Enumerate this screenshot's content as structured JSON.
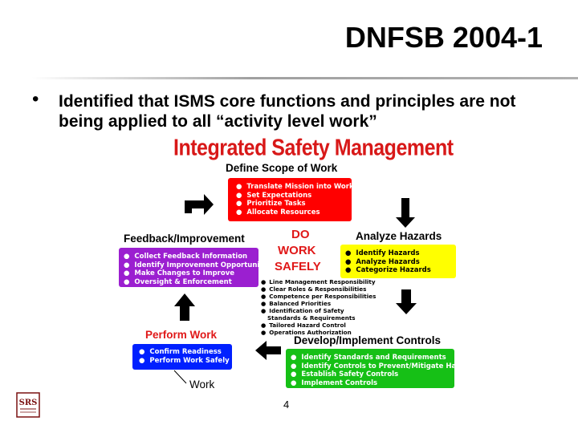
{
  "slide": {
    "title": "DNFSB 2004-1",
    "bullet": "Identified that ISMS core functions and principles are not being applied to all “activity level work”",
    "page_number": "4",
    "logo_text": "SRS"
  },
  "diagram": {
    "title": "Integrated Safety Management",
    "center_label": [
      "DO",
      "WORK",
      "SAFELY"
    ],
    "define": {
      "label": "Define  Scope  of  Work",
      "items": [
        "Translate Mission into Work",
        "Set Expectations",
        "Prioritize Tasks",
        "Allocate Resources"
      ],
      "color": "#ff0000"
    },
    "analyze": {
      "label": "Analyze  Hazards",
      "items": [
        "Identify Hazards",
        "Analyze Hazards",
        "Categorize Hazards"
      ],
      "color": "#ffff00"
    },
    "develop": {
      "label": "Develop/Implement  Controls",
      "items": [
        "Identify Standards and Requirements",
        "Identify Controls to Prevent/Mitigate Hazards",
        "Establish Safety Controls",
        "Implement Controls"
      ],
      "color": "#16c016"
    },
    "perform": {
      "label": "Perform  Work",
      "items": [
        "Confirm  Readiness",
        "Perform  Work Safely"
      ],
      "color": "#0020ff",
      "work_label": "Work"
    },
    "feedback": {
      "label": "Feedback/Improvement",
      "items": [
        "Collect  Feedback  Information",
        "Identify Improvement Opportunities",
        "Make Changes to Improve",
        "Oversight & Enforcement"
      ],
      "color": "#9b1fd0"
    },
    "principles": [
      "Line  Management  Responsibility",
      "Clear Roles  &  Responsibilities",
      "Competence  per  Responsibilities",
      "Balanced Priorities",
      "Identification of Safety",
      "Standards & Requirements",
      "Tailored  Hazard  Control",
      "Operations  Authorization"
    ]
  }
}
